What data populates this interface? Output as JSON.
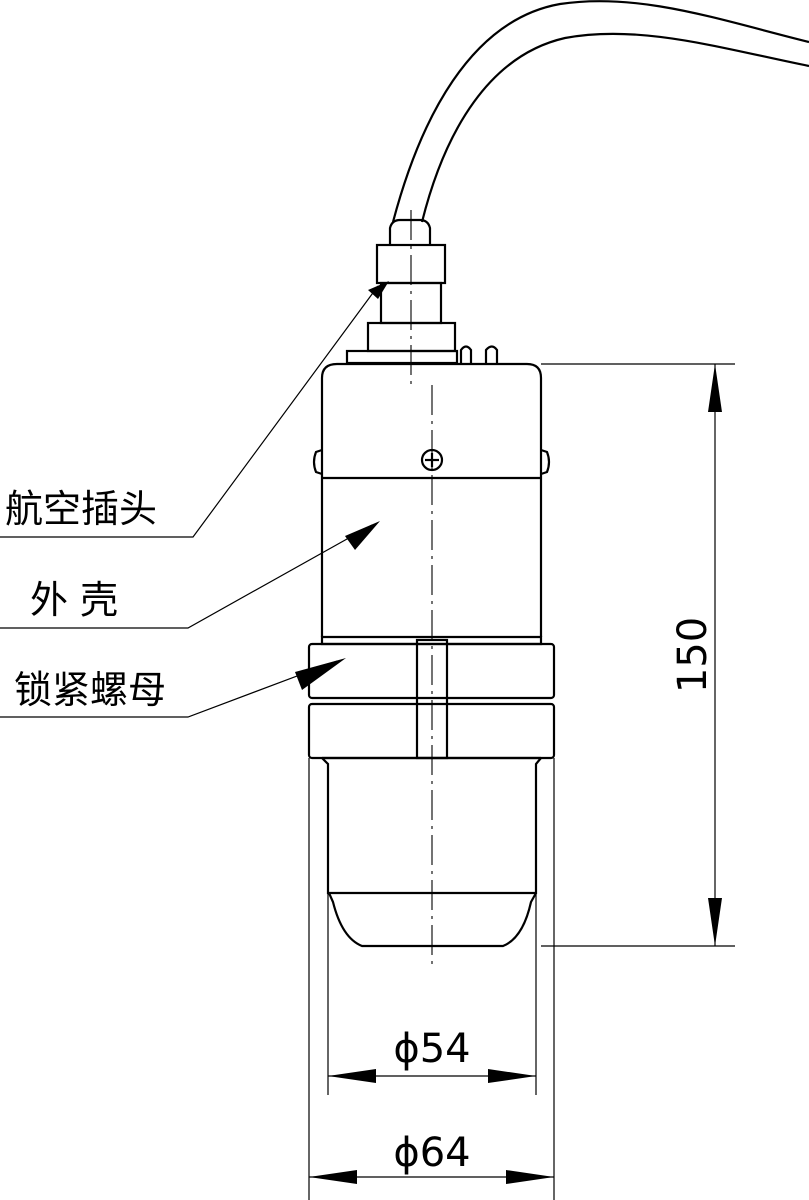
{
  "labels": {
    "connector": "航空插头",
    "shell": "外 壳",
    "lock_nut": "锁紧螺母"
  },
  "dimensions": {
    "height": "150",
    "inner_diameter": "ϕ54",
    "outer_diameter": "ϕ64"
  }
}
